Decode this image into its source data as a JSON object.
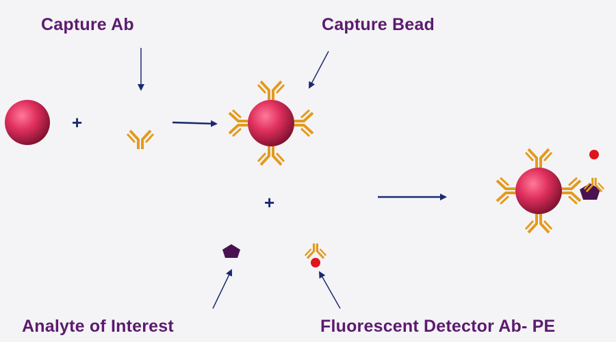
{
  "labels": {
    "capture_ab": "Capture Ab",
    "capture_bead": "Capture Bead",
    "analyte": "Analyte  of Interest",
    "detector": "Fluorescent Detector Ab- PE"
  },
  "operators": {
    "plus": "+"
  },
  "colors": {
    "label_text": "#5c1a6e",
    "bead": "#e0305e",
    "antibody": "#e39a1e",
    "analyte": "#4a1250",
    "pe_tag": "#e0151a",
    "arrow": "#1a2a70",
    "background": "#f4f4f6"
  },
  "icons": [
    "bead-icon",
    "antibody-icon",
    "analyte-pentagon-icon",
    "pe-fluorophore-icon",
    "arrow-icon"
  ]
}
